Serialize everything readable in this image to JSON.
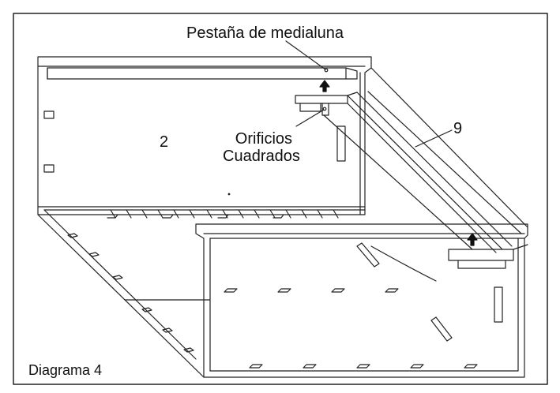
{
  "labels": {
    "crescent_tab": "Pestaña de medialuna",
    "part_2": "2",
    "square_holes_line1": "Orificios",
    "square_holes_line2": "Cuadrados",
    "part_9": "9",
    "diagram_title": "Diagrama 4"
  },
  "colors": {
    "line": "#222222",
    "background": "#ffffff"
  }
}
